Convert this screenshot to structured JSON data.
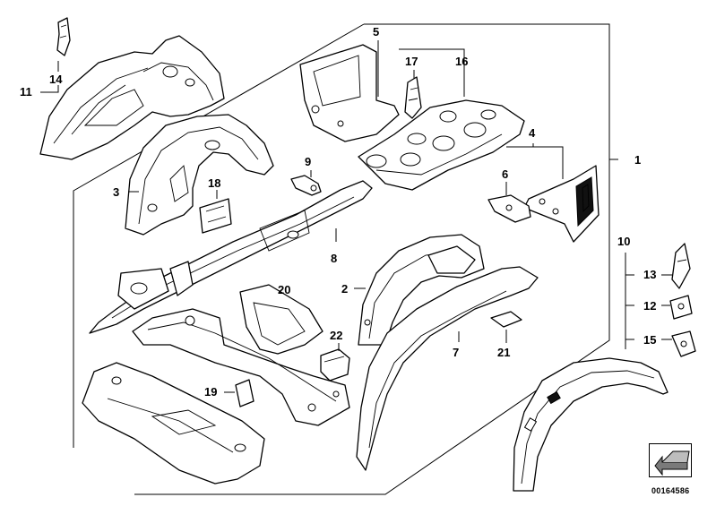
{
  "diagram": {
    "callouts": {
      "c1": "1",
      "c2": "2",
      "c3": "3",
      "c4": "4",
      "c5": "5",
      "c6": "6",
      "c7": "7",
      "c8": "8",
      "c9": "9",
      "c10": "10",
      "c11": "11",
      "c12": "12",
      "c13": "13",
      "c14": "14",
      "c15": "15",
      "c16": "16",
      "c17": "17",
      "c18": "18",
      "c19": "19",
      "c20": "20",
      "c21": "21",
      "c22": "22"
    },
    "image_id": "00164586",
    "nav_icon": "arrow-down-left-icon",
    "colors": {
      "line": "#000000",
      "background": "#ffffff",
      "accent": "#7a7a7a"
    }
  }
}
